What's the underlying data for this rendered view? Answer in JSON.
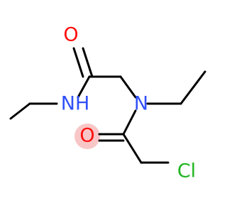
{
  "molecule": {
    "atoms": {
      "amide_oxygen": {
        "label": "O",
        "color": "#ff0d0d"
      },
      "amide_nitrogen": {
        "label": "NH",
        "color": "#3050f8"
      },
      "tertiary_nitrogen": {
        "label": "N",
        "color": "#3050f8"
      },
      "acyl_oxygen": {
        "label": "O",
        "color": "#ff0d0d",
        "highlight_color": "#f08080"
      },
      "chlorine": {
        "label": "Cl",
        "color": "#1fb51f"
      }
    },
    "bond_color": "#000000"
  }
}
